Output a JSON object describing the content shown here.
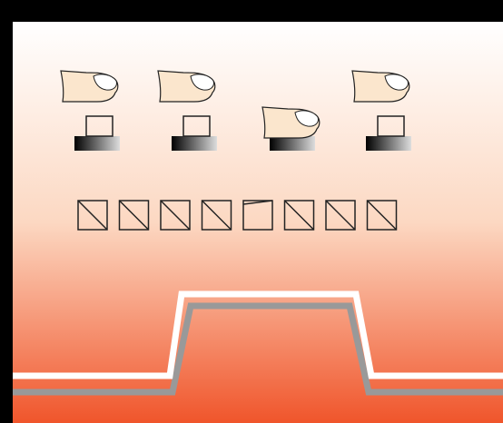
{
  "colors": {
    "frame": "#000000",
    "gradient_top": "#ffffff",
    "gradient_mid": "#fcd8c2",
    "gradient_bottom": "#f0552b",
    "finger_skin": "#fbe6cd",
    "finger_outline": "#222222",
    "nail_fill": "#ffffff",
    "key_outline": "#222222",
    "key_base_dark": "#000000",
    "key_base_light": "#dddddd",
    "cell_outline": "#222222",
    "trace_white": "#ffffff",
    "trace_shadow": "#999999"
  },
  "keys": [
    {
      "name": "key-1",
      "pressed": false
    },
    {
      "name": "key-2",
      "pressed": false
    },
    {
      "name": "key-3",
      "pressed": true
    },
    {
      "name": "key-4",
      "pressed": false
    }
  ],
  "cells": [
    {
      "name": "cell-1",
      "state": "diagonal"
    },
    {
      "name": "cell-2",
      "state": "diagonal"
    },
    {
      "name": "cell-3",
      "state": "diagonal"
    },
    {
      "name": "cell-4",
      "state": "diagonal"
    },
    {
      "name": "cell-5",
      "state": "open"
    },
    {
      "name": "cell-6",
      "state": "diagonal"
    },
    {
      "name": "cell-7",
      "state": "diagonal"
    },
    {
      "name": "cell-8",
      "state": "diagonal"
    }
  ],
  "signal": {
    "shape": "single-pulse",
    "levels": [
      "low",
      "high",
      "low"
    ]
  }
}
